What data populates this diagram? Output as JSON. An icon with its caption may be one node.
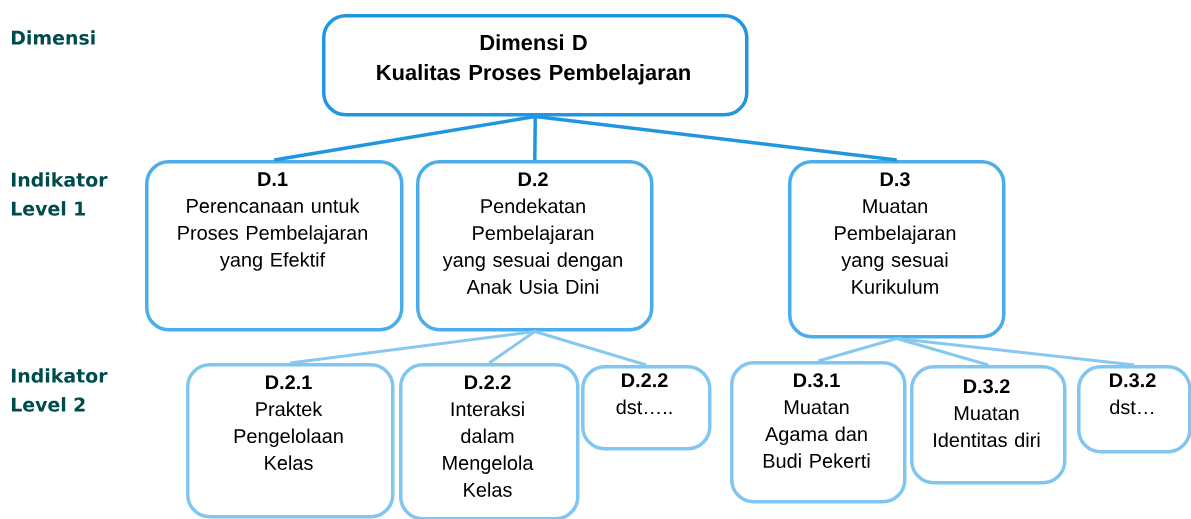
{
  "diagram": {
    "nodes": [
      {
        "text": [
          "Dimensi D",
          "Kualitas Proses Pembelajaran"
        ]
      },
      {
        "text": [
          "D.1",
          "Perencanaan untuk Proses Pembelajaran yang Efektif"
        ]
      },
      {
        "text": [
          "D.2",
          "Pendekatan Pembelajaran yang sesuai dengan Anak Usia Dini"
        ]
      },
      {
        "text": [
          "D.3",
          "Muatan Pembelajaran yang sesuai Kurikulum"
        ]
      },
      {
        "text": [
          "D.2.1",
          "Praktek Pengelolaan Kelas"
        ]
      },
      {
        "text": [
          "D.2.2",
          "Interaksi dalam Mengelola Kelas"
        ]
      },
      {
        "text": [
          "D.2.2",
          "dst….."
        ]
      },
      {
        "text": [
          "D.3.1",
          "Muatan Agama dan Budi Pekerti"
        ]
      },
      {
        "text": [
          "D.3.2",
          "Muatan Identitas diri"
        ]
      },
      {
        "text": [
          "D.3.2",
          "dst…"
        ]
      }
    ],
    "edges": [
      {
        "from": 0,
        "to": 1,
        "arrow": "none",
        "color": "#2196e0"
      },
      {
        "from": 0,
        "to": 2,
        "arrow": "none",
        "color": "#2196e0"
      },
      {
        "from": 0,
        "to": 3,
        "arrow": "none",
        "color": "#2196e0"
      },
      {
        "from": 2,
        "to": 4,
        "arrow": "none"
      },
      {
        "from": 2,
        "to": 5,
        "arrow": "none"
      },
      {
        "from": 2,
        "to": 6,
        "arrow": "none"
      },
      {
        "from": 3,
        "to": 7,
        "arrow": "none"
      },
      {
        "from": 3,
        "to": 8,
        "arrow": "none"
      },
      {
        "from": 3,
        "to": 9,
        "arrow": "none"
      }
    ],
    "labels": [
      "Dimensi",
      "Indikator Level 1",
      "Indikator Level 2"
    ]
  }
}
